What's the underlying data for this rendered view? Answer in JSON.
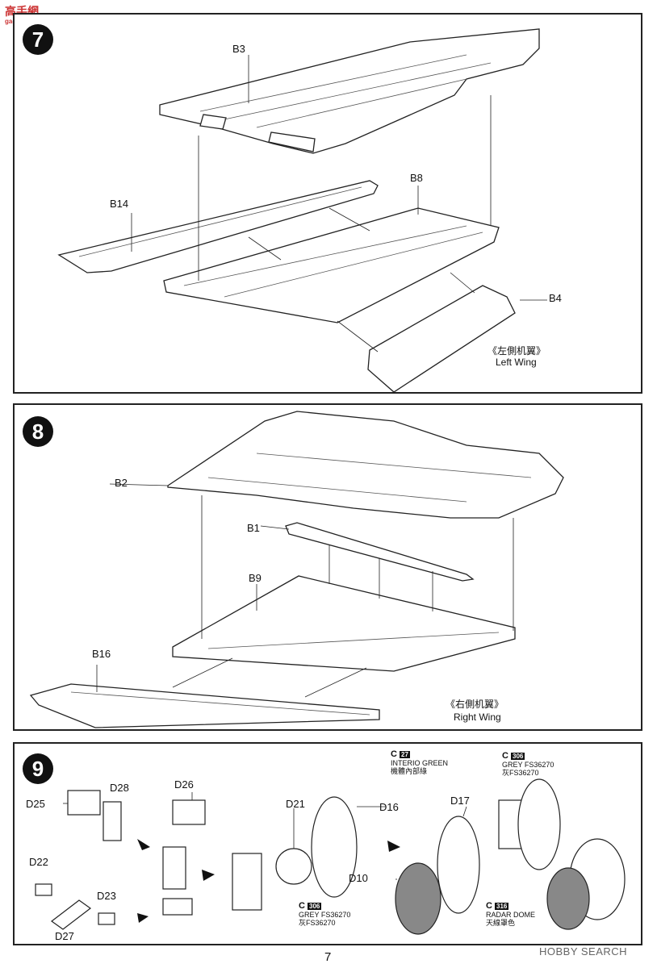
{
  "watermark": {
    "top": "高手網",
    "url": "gao-shou.net"
  },
  "steps": [
    {
      "number": "7",
      "labels": {
        "b3": "B3",
        "b14": "B14",
        "b8": "B8",
        "b4": "B4"
      },
      "caption_cn": "《左側机翼》",
      "caption_en": "Left Wing"
    },
    {
      "number": "8",
      "labels": {
        "b2": "B2",
        "b1": "B1",
        "b9": "B9",
        "b16": "B16"
      },
      "caption_cn": "《右側机翼》",
      "caption_en": "Right Wing"
    },
    {
      "number": "9",
      "labels": {
        "d25": "D25",
        "d28": "D28",
        "d26": "D26",
        "d22": "D22",
        "d23": "D23",
        "d27": "D27",
        "d21": "D21",
        "d16": "D16",
        "d17": "D17",
        "d10": "D10"
      },
      "paints": {
        "c27": {
          "letter": "C",
          "num": "27",
          "en": "INTERIO GREEN",
          "cn": "機體內部綠"
        },
        "c306_top": {
          "letter": "C",
          "num": "306",
          "en": "GREY FS36270",
          "cn": "灰FS36270"
        },
        "c306_bottom": {
          "letter": "C",
          "num": "306",
          "en": "GREY FS36270",
          "cn": "灰FS36270"
        },
        "c316": {
          "letter": "C",
          "num": "316",
          "en": "RADAR DOME",
          "cn": "天線罩色"
        }
      }
    }
  ],
  "footer": {
    "page_number": "7",
    "logo": "HOBBY SEARCH"
  }
}
